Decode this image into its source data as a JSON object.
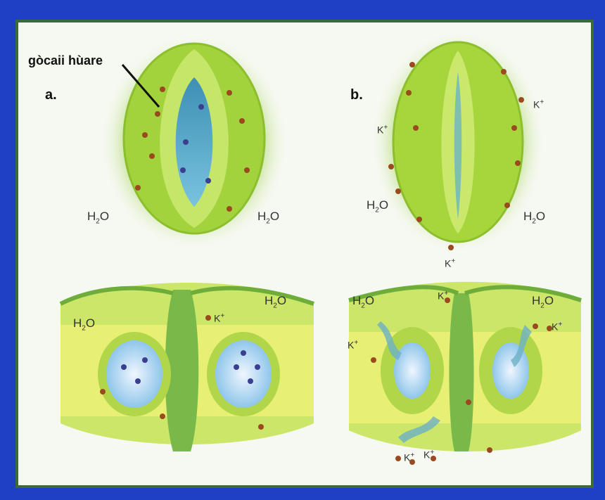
{
  "labels": {
    "guard_cell": "gòcaii hùare",
    "panel_a": "a.",
    "panel_b": "b."
  },
  "chem": {
    "water_main": "H",
    "water_sub": "2",
    "water_tail": "O",
    "potassium_main": "K",
    "potassium_sup": "+"
  },
  "colors": {
    "background": "#1f3fc4",
    "panel": "#f6f9f2",
    "border": "#3c6b3a",
    "leaf_green": "#a6d63a",
    "cell_yellow": "#e4ef6a",
    "stoma_blue": "#5aa8d8",
    "ion_dot": "#8a3d1c"
  }
}
